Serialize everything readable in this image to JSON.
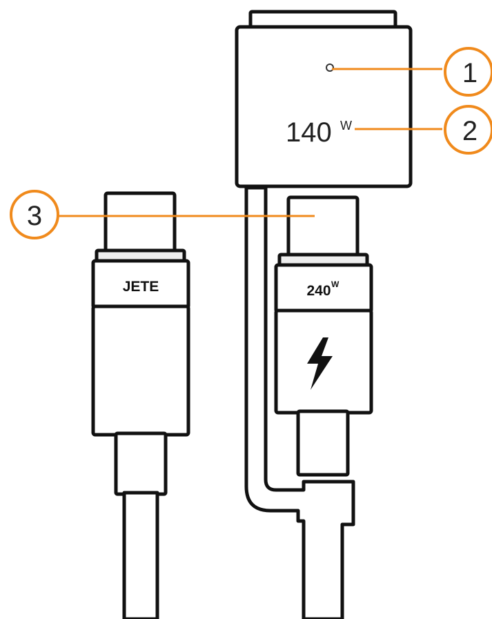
{
  "adapter": {
    "wattage": "140",
    "wattage_unit": "W"
  },
  "cables": {
    "left_label": "JETE",
    "right_wattage": "240",
    "right_wattage_unit": "W"
  },
  "callouts": [
    {
      "number": "1"
    },
    {
      "number": "2"
    },
    {
      "number": "3"
    }
  ],
  "colors": {
    "callout_accent": "#f08a1c",
    "outline": "#111111",
    "background": "#ffffff"
  },
  "icons": {
    "right_connector": "lightning-bolt-icon",
    "adapter_indicator": "led-dot-icon"
  }
}
